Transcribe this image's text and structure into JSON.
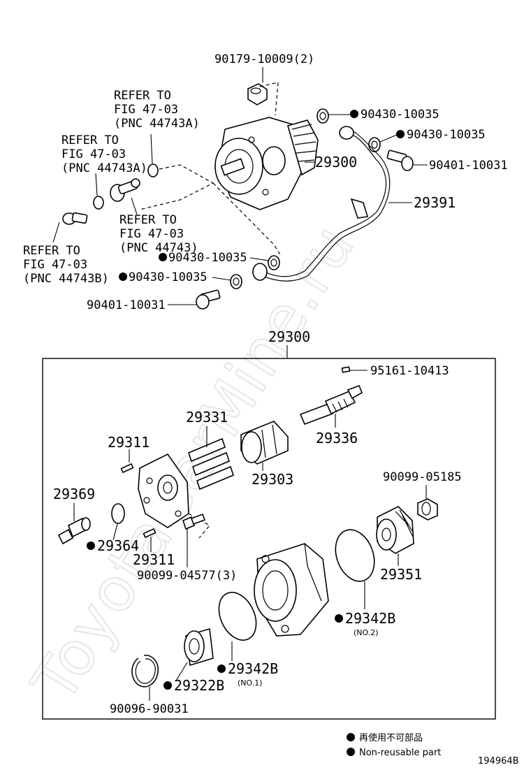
{
  "watermark": "ToyotaCarMine.ru",
  "top": {
    "bolt_top": "90179-10009(2)",
    "washer_a": "90430-10035",
    "washer_b": "90430-10035",
    "pump": "29300",
    "bolt_right": "90401-10031",
    "pipe": "29391",
    "washer_c": "90430-10035",
    "washer_d": "90430-10035",
    "bolt_bottom": "90401-10031",
    "refer1": [
      "REFER TO",
      "FIG 47-03",
      "(PNC 44743A)"
    ],
    "refer2": [
      "REFER TO",
      "FIG 47-03",
      "(PNC 44743A)"
    ],
    "refer3": [
      "REFER TO",
      "FIG 47-03",
      "(PNC 44743)"
    ],
    "refer4": [
      "REFER TO",
      "FIG 47-03",
      "(PNC 44743B)"
    ]
  },
  "box": {
    "title": "29300",
    "p95161": "95161-10413",
    "p29336": "29336",
    "p29331": "29331",
    "p29303": "29303",
    "p29311a": "29311",
    "p29369": "29369",
    "p29364": "29364",
    "p29311b": "29311",
    "p90099a": "90099-04577(3)",
    "p90099b": "90099-05185",
    "p29351": "29351",
    "p29342b2": "29342B",
    "no2": "(NO.2)",
    "p29342b1": "29342B",
    "no1": "(NO.1)",
    "p29322b": "29322B",
    "p90096": "90096-90031"
  },
  "legend": {
    "line1": "再使用不可部品",
    "line2": "Non-reusable part"
  },
  "figure_id": "194964B"
}
